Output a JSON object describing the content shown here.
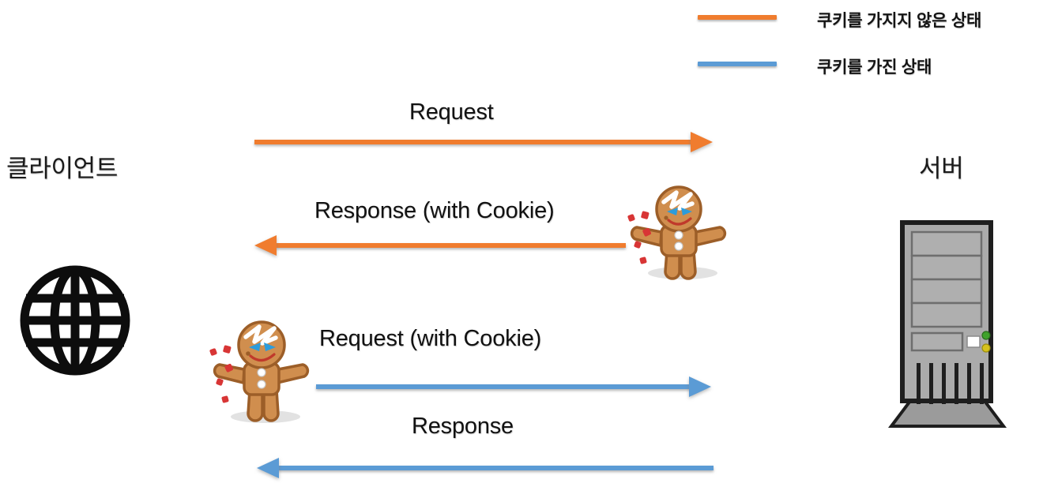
{
  "diagram": {
    "title": "HTTP Cookie exchange between client and server",
    "background": "#ffffff",
    "colors": {
      "orange": "#F07C2E",
      "blue": "#5B9BD5",
      "blue_dark": "#4A7EB5",
      "text": "#111111",
      "globe": "#0d0d0d",
      "server_body": "#ABABAB",
      "server_panel": "#9A9A9A",
      "server_outline": "#1e1e1e",
      "led_green": "#3FA22B",
      "led_yellow": "#D6C21C",
      "cookie_body": "#C97B3C",
      "cookie_fill": "#D08E4E",
      "cookie_eye": "#2D9CDB",
      "cookie_crumb": "#D83535"
    }
  },
  "nodes": {
    "client": {
      "label": "클라이언트",
      "icon": "globe-icon"
    },
    "server": {
      "label": "서버",
      "icon": "server-tower-icon"
    }
  },
  "legend": {
    "items": [
      {
        "label": "쿠키를 가지지 않은 상태",
        "color": "#F07C2E",
        "swatch": "orange-line-swatch"
      },
      {
        "label": "쿠키를 가진 상태",
        "color": "#5B9BD5",
        "swatch": "blue-line-swatch"
      }
    ]
  },
  "flows": [
    {
      "id": "request-no-cookie",
      "label": "Request",
      "direction": "right",
      "color": "#F07C2E",
      "state": "쿠키를 가지지 않은 상태"
    },
    {
      "id": "response-with-cookie",
      "label": "Response (with Cookie)",
      "direction": "left",
      "color": "#F07C2E",
      "state": "쿠키를 가지지 않은 상태",
      "cookie_icon": "gingerbread-cookie-icon"
    },
    {
      "id": "request-with-cookie",
      "label": "Request (with Cookie)",
      "direction": "right",
      "color": "#5B9BD5",
      "state": "쿠키를 가진 상태",
      "cookie_icon": "gingerbread-cookie-icon"
    },
    {
      "id": "response-plain",
      "label": "Response",
      "direction": "left",
      "color": "#5B9BD5",
      "state": "쿠키를 가진 상태"
    }
  ]
}
